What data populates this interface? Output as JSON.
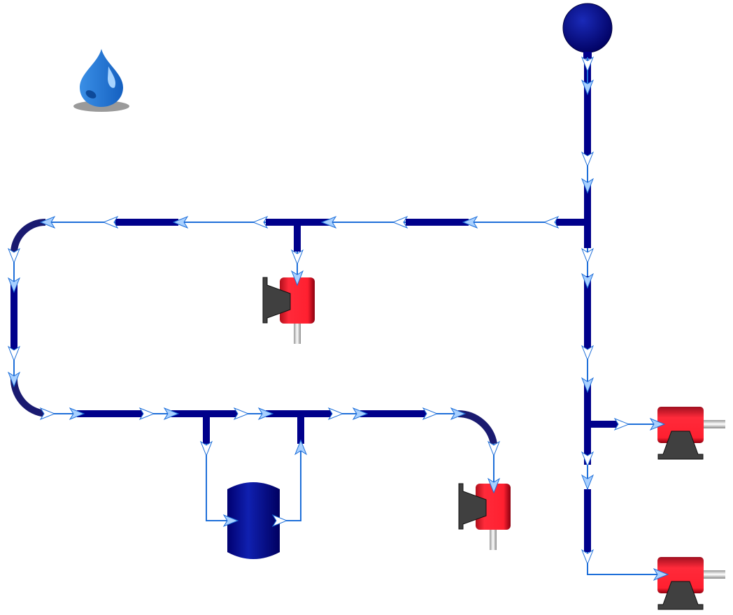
{
  "diagram": {
    "type": "fluid-system",
    "components": [
      "source-ball",
      "main-pipe",
      "tee-junction",
      "bend",
      "valve",
      "tank",
      "pump",
      "water-drop-icon"
    ]
  },
  "colors": {
    "pipe": "#00008b",
    "connector": "#1e6fd9",
    "arrow_fill": "#a8d0ff",
    "valve_body": "#ff2030",
    "actuator": "#404040",
    "drop": "#1f7bd6"
  }
}
